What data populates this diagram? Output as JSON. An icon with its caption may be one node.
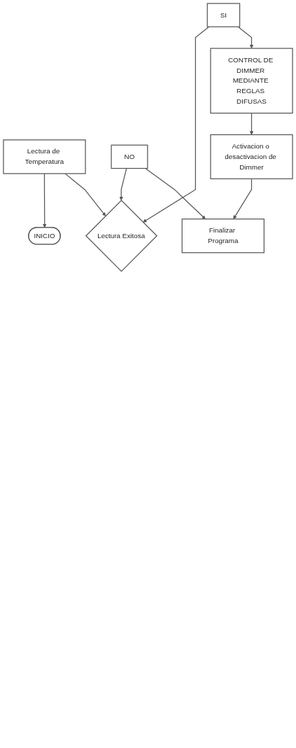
{
  "diagram": {
    "nodes": [
      {
        "text": [
          "INICIO"
        ]
      },
      {
        "text": [
          "Lectura de Temperatura"
        ]
      },
      {
        "text": [
          "Lectura Exitosa"
        ]
      },
      {
        "text": [
          "SI"
        ]
      },
      {
        "text": [
          "NO"
        ]
      },
      {
        "text": [
          "CONTROL DE DIMMER MEDIANTE REGLAS DIFUSAS"
        ]
      },
      {
        "text": [
          "Activacion o desactivacion de Dimmer"
        ]
      },
      {
        "text": [
          "Finalizar Programa"
        ]
      }
    ],
    "edges": [
      {
        "from": 1,
        "to": 0,
        "arrow": "to"
      },
      {
        "from": 1,
        "to": 2,
        "arrow": "to"
      },
      {
        "from": 3,
        "to": 2,
        "arrow": "to"
      },
      {
        "from": 4,
        "to": 2,
        "arrow": "to"
      },
      {
        "from": 3,
        "to": 5,
        "arrow": "to"
      },
      {
        "from": 5,
        "to": 6,
        "arrow": "to"
      },
      {
        "from": 6,
        "to": 7,
        "arrow": "to"
      },
      {
        "from": 4,
        "to": 7,
        "arrow": "to"
      }
    ]
  }
}
